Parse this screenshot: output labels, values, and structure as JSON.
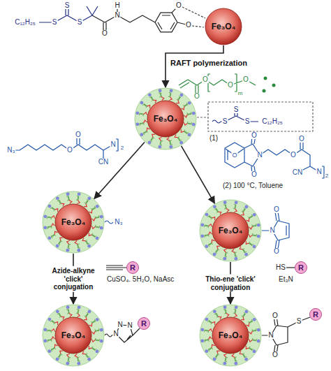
{
  "diagram": {
    "nodes": [
      {
        "text": [
          "Fe₃O₄"
        ]
      },
      {
        "text": [
          "Fe₃O₄"
        ]
      },
      {
        "text": [
          "Fe₃O₄"
        ]
      },
      {
        "text": [
          "Fe₃O₄"
        ]
      },
      {
        "text": [
          "R"
        ]
      },
      {
        "text": [
          "Fe₃O₄"
        ]
      },
      {
        "text": [
          "R"
        ]
      },
      {
        "text": [
          "R"
        ]
      },
      {
        "text": [
          "Fe₃O₄"
        ]
      },
      {
        "text": [
          "R"
        ]
      }
    ],
    "edges": [
      {
        "from": 0,
        "to": 1,
        "arrow": "to",
        "label": "RAFT polymerization"
      },
      {
        "from": 1,
        "to": 2,
        "arrow": "to"
      },
      {
        "from": 1,
        "to": 3,
        "arrow": "to"
      },
      {
        "from": 2,
        "to": 5,
        "arrow": "to",
        "label": "Azide-alkyne 'click' conjugation"
      },
      {
        "from": 3,
        "to": 8,
        "arrow": "to",
        "label": "Thio-ene 'click' conjugation"
      }
    ],
    "labels": [
      "C₁₂H₂₅",
      "S",
      "S",
      "S",
      "O",
      "N",
      "H",
      "O",
      "O",
      "O",
      "O",
      "O",
      "m",
      "O",
      "S",
      "S",
      "S",
      "C₁₂H₂₅",
      "N₃",
      "O",
      "O",
      "CN",
      "N",
      "2",
      "(1)",
      "O",
      "O",
      "N",
      "O",
      "O",
      "O",
      "CN",
      "N",
      "2",
      "(2) 100 °C, Toluene",
      "N₃",
      "O",
      "N",
      "O",
      "CuSO₄. 5H₂O, NaAsc",
      "HS",
      "Et₃N",
      "N",
      "N",
      "N",
      "O",
      "N",
      "O",
      "S"
    ]
  }
}
